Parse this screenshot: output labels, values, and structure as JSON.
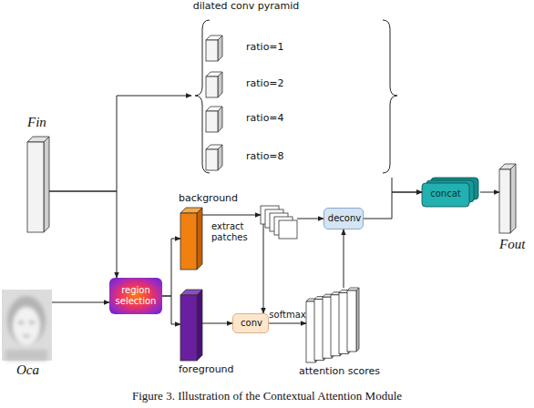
{
  "diagram": {
    "caption": "Figure 3. Illustration of the Contextual Attention Module",
    "nodes": [
      {
        "text": [
          "dilated conv pyramid"
        ]
      },
      {
        "text": [
          "ratio=1"
        ],
        "in": 0
      },
      {
        "text": [
          "ratio=2"
        ],
        "in": 0
      },
      {
        "text": [
          "ratio=4"
        ],
        "in": 0
      },
      {
        "text": [
          "ratio=8"
        ],
        "in": 0
      },
      {
        "text": [
          "Fin"
        ]
      },
      {
        "text": [
          "Oca"
        ]
      },
      {
        "text": [
          "region selection"
        ]
      },
      {
        "text": [
          "background"
        ]
      },
      {
        "text": [
          "foreground"
        ]
      },
      {
        "text": [
          "deconv"
        ]
      },
      {
        "text": [
          "conv"
        ]
      },
      {
        "text": [
          "attention scores"
        ]
      },
      {
        "text": [
          "concat"
        ]
      },
      {
        "text": [
          "Fout"
        ]
      }
    ],
    "edges": [
      {
        "from": 5,
        "to": 0,
        "arrow": "to"
      },
      {
        "from": 5,
        "to": 7,
        "arrow": "to"
      },
      {
        "from": 6,
        "to": 7,
        "arrow": "to"
      },
      {
        "from": 7,
        "to": 8,
        "arrow": "to"
      },
      {
        "from": 7,
        "to": 9,
        "arrow": "to"
      },
      {
        "from": 9,
        "to": 11,
        "arrow": "to"
      },
      {
        "from": 11,
        "to": 12,
        "label": "softmax",
        "arrow": "to"
      },
      {
        "from": 12,
        "to": 10,
        "arrow": "to"
      },
      {
        "from": 10,
        "to": 13,
        "arrow": "to"
      },
      {
        "from": 0,
        "to": 13,
        "arrow": "to"
      },
      {
        "from": 13,
        "to": 14,
        "arrow": "to"
      }
    ],
    "labels": [
      "extract patches"
    ]
  }
}
